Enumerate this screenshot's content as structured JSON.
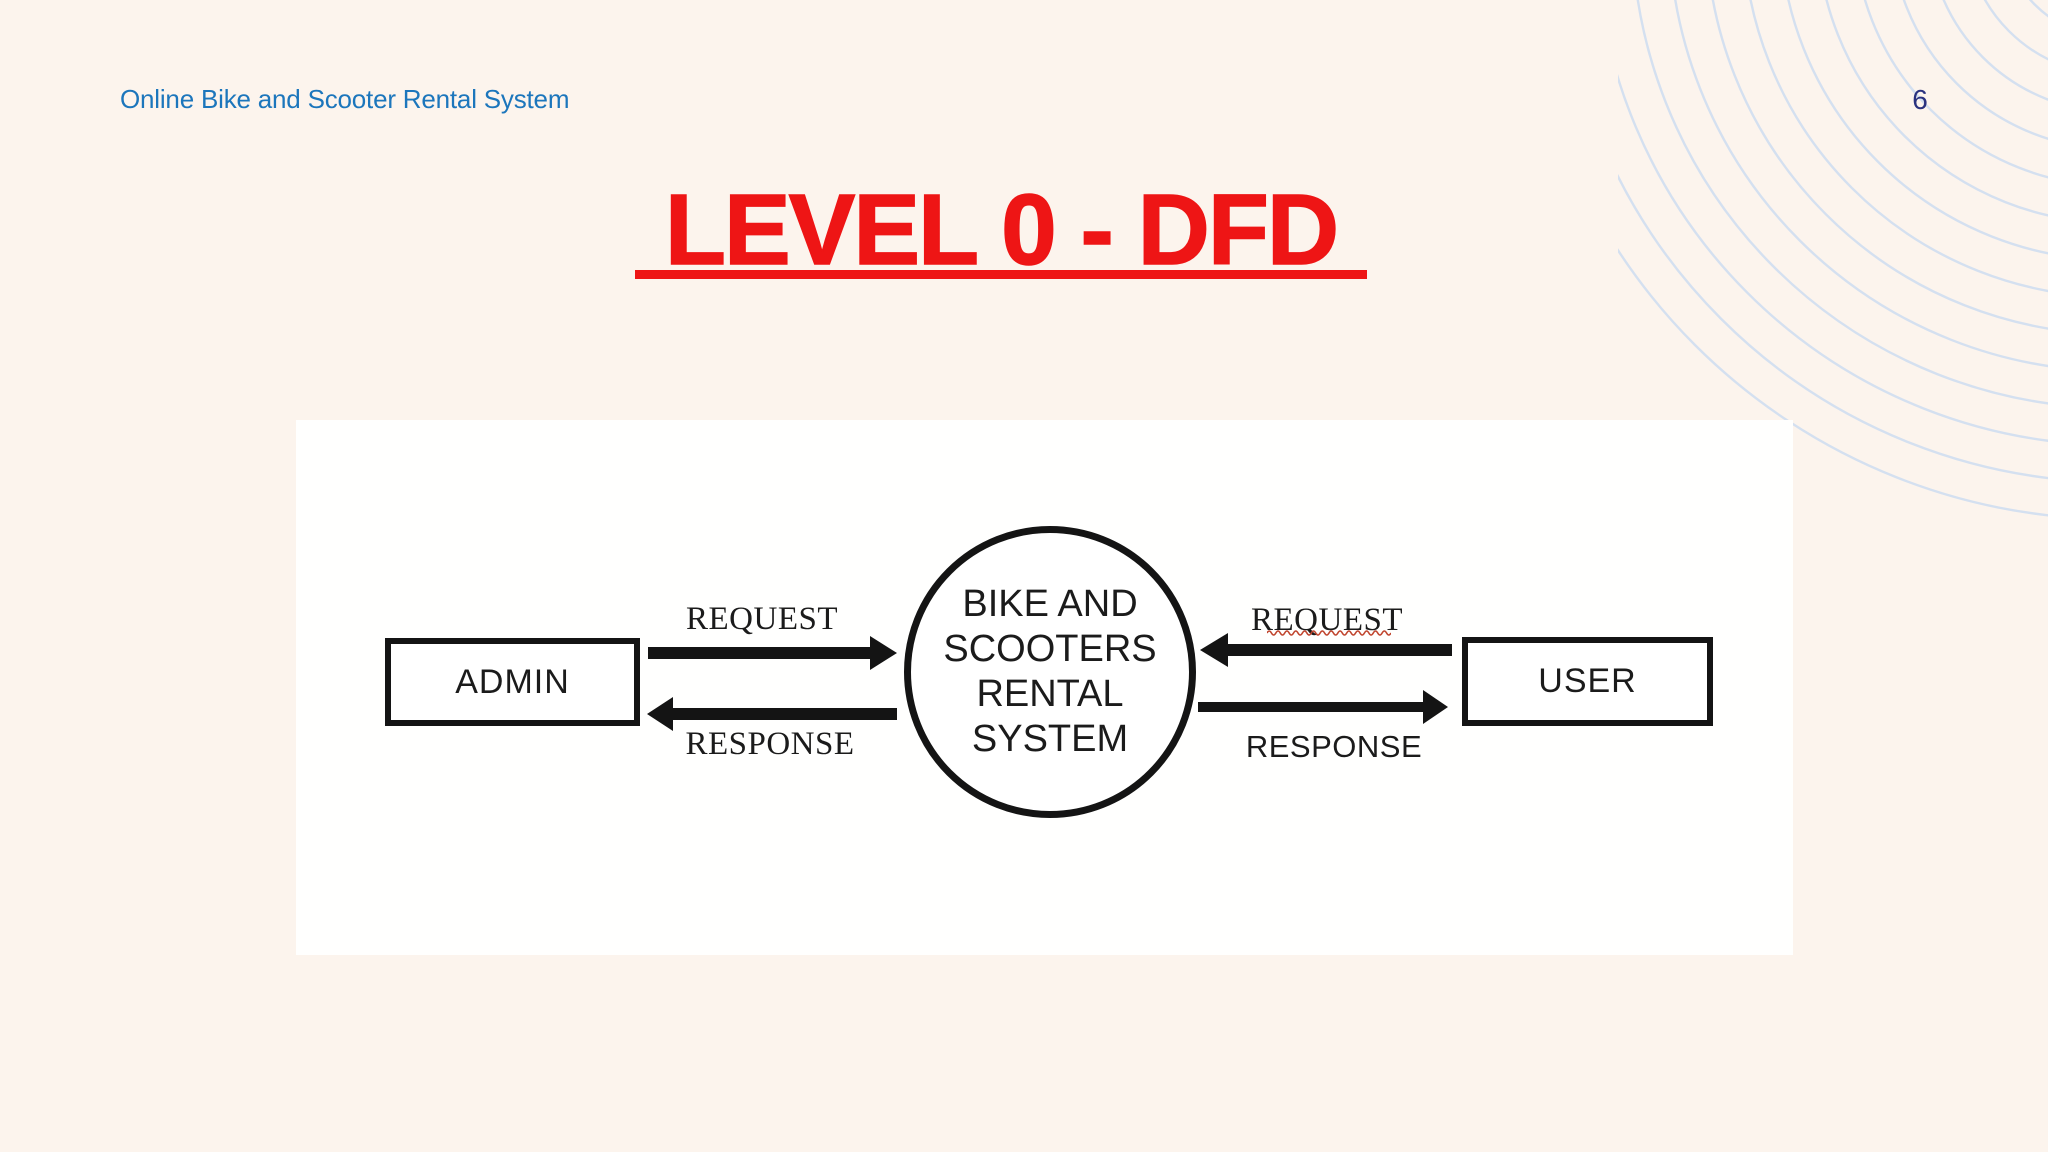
{
  "slide": {
    "header": "Online Bike and Scooter Rental System",
    "page_number": "6",
    "title": "LEVEL 0 - DFD"
  },
  "diagram": {
    "external_entities": [
      {
        "id": "admin",
        "label": "ADMIN"
      },
      {
        "id": "user",
        "label": "USER"
      }
    ],
    "process": {
      "label_lines": [
        "BIKE AND",
        "SCOOTERS",
        "RENTAL",
        "SYSTEM"
      ]
    },
    "flows": [
      {
        "from": "admin",
        "to": "process",
        "label": "REQUEST",
        "direction": "right"
      },
      {
        "from": "process",
        "to": "admin",
        "label": "RESPONSE",
        "direction": "left"
      },
      {
        "from": "user",
        "to": "process",
        "label": "REQUEST",
        "direction": "left"
      },
      {
        "from": "process",
        "to": "user",
        "label": "RESPONSE",
        "direction": "right"
      }
    ]
  },
  "colors": {
    "background_cream": "#fcf4ed",
    "panel_white": "#fffffe",
    "title_red": "#ee1515",
    "header_blue": "#1c76bc",
    "page_number_navy": "#2a327f",
    "diagram_ink": "#141414",
    "arc_blue": "#ccdcf0",
    "squiggle_red": "#c0452e"
  }
}
